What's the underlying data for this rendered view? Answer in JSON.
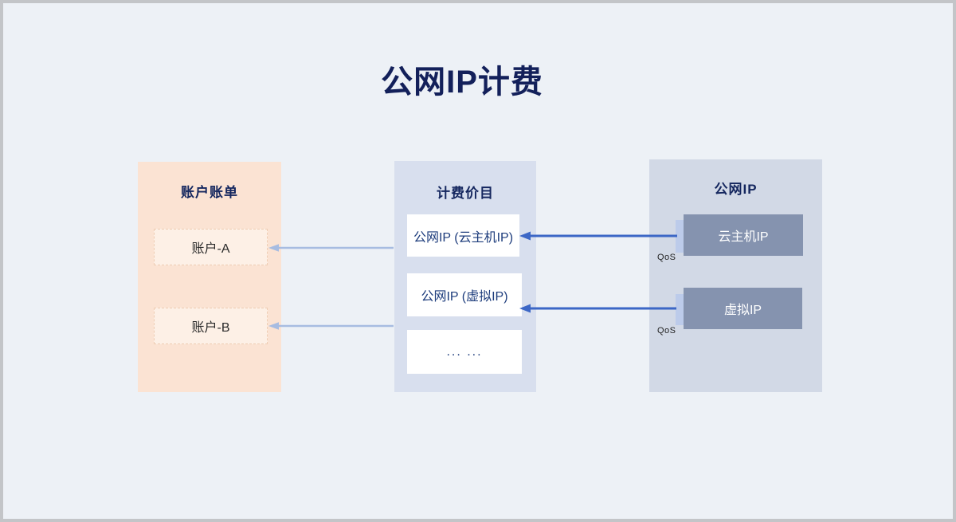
{
  "title": "公网IP计费",
  "panels": {
    "account_bill": {
      "header": "账户账单",
      "items": [
        {
          "label": "账户-A"
        },
        {
          "label": "账户-B"
        }
      ]
    },
    "pricing": {
      "header": "计费价目",
      "items": [
        {
          "label": "公网IP (云主机IP)"
        },
        {
          "label": "公网IP (虚拟IP)"
        },
        {
          "label": "... ..."
        }
      ]
    },
    "public_ip": {
      "header": "公网IP",
      "items": [
        {
          "label": "云主机IP",
          "qos_label": "QoS"
        },
        {
          "label": "虚拟IP",
          "qos_label": "QoS"
        }
      ]
    }
  },
  "colors": {
    "background": "#edf1f6",
    "frame_border": "#c3c5c8",
    "title_text": "#13205a",
    "account_panel": "#fbe3d3",
    "account_item": "#fdf0e6",
    "pricing_panel": "#d8dfee",
    "pricing_item": "#ffffff",
    "pricing_item_text": "#1d3c7c",
    "public_ip_panel": "#d2d9e6",
    "public_ip_item": "#8593af",
    "qos_tab": "#bccbea",
    "arrow_dark": "#3c67c6",
    "arrow_light": "#a7bce1"
  }
}
